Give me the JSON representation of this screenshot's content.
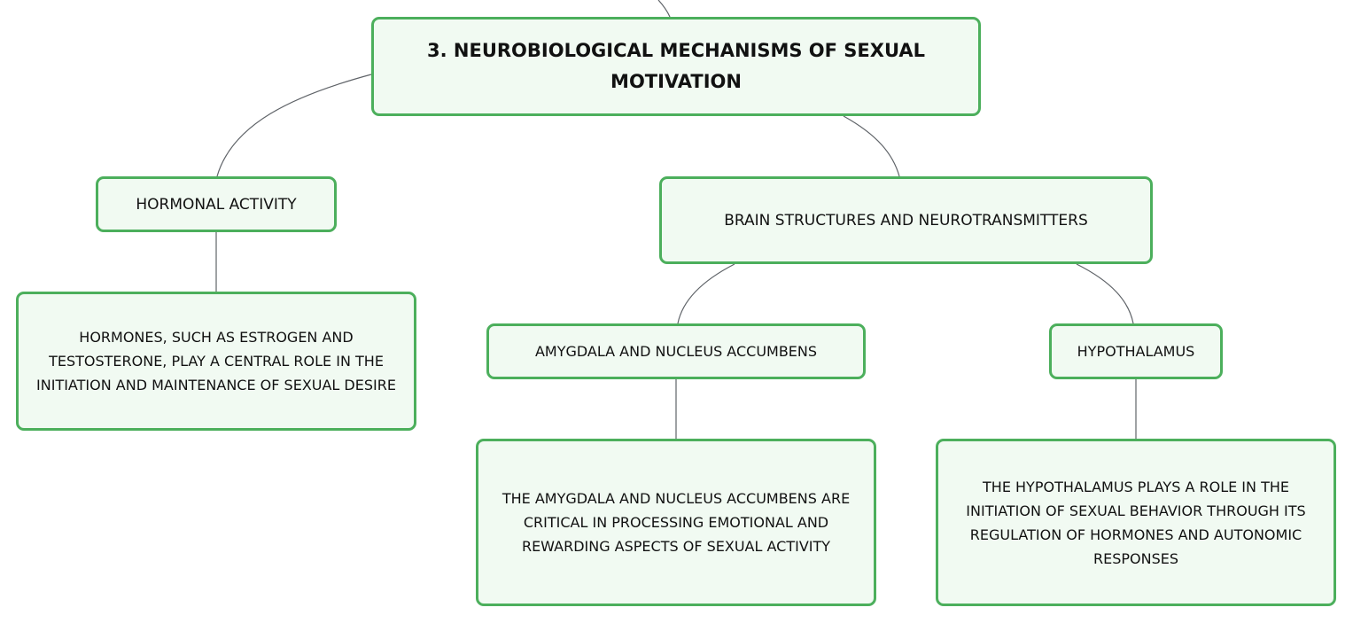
{
  "diagram": {
    "root": {
      "label": "3. NEUROBIOLOGICAL MECHANISMS OF SEXUAL MOTIVATION"
    },
    "hormonal": {
      "label": "HORMONAL ACTIVITY",
      "detail": "HORMONES, SUCH AS ESTROGEN AND TESTOSTERONE, PLAY A CENTRAL ROLE IN THE INITIATION AND MAINTENANCE OF SEXUAL DESIRE"
    },
    "brain": {
      "label": "BRAIN STRUCTURES AND NEUROTRANSMITTERS",
      "amygdala": {
        "label": "AMYGDALA AND NUCLEUS ACCUMBENS",
        "detail": "THE AMYGDALA AND NUCLEUS ACCUMBENS ARE CRITICAL IN PROCESSING EMOTIONAL AND REWARDING ASPECTS OF SEXUAL ACTIVITY"
      },
      "hypothalamus": {
        "label": "HYPOTHALAMUS",
        "detail": "THE HYPOTHALAMUS PLAYS A ROLE IN THE INITIATION OF SEXUAL BEHAVIOR THROUGH ITS REGULATION OF HORMONES AND AUTONOMIC RESPONSES"
      }
    }
  },
  "colors": {
    "node_border": "#4caf5c",
    "node_fill": "#f1faf2",
    "connector": "#5f6368",
    "text": "#111111"
  }
}
